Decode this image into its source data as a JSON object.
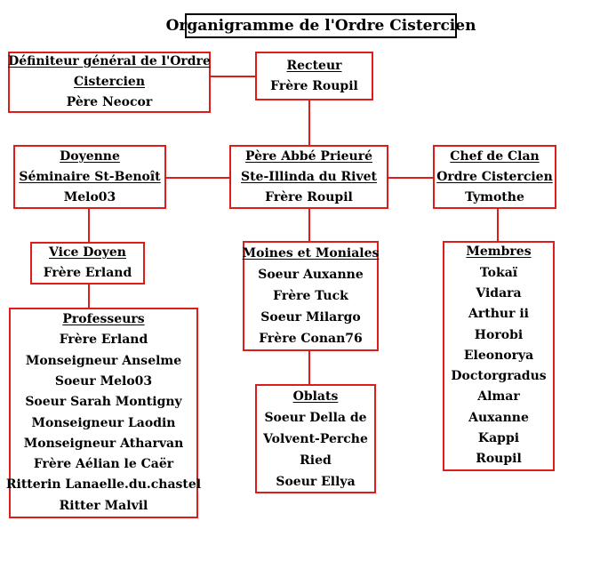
{
  "title": "Organigramme de l'Ordre Cistercien",
  "colors": {
    "box_border": "#dd1c1c",
    "title_border": "#000000",
    "connector": "#dd1c1c",
    "text": "#000000",
    "background": "#ffffff"
  },
  "boxes": {
    "definiteur": {
      "name": "Définiteur général de l'Ordre Cistercien",
      "lines": [
        {
          "text": "Définiteur général de l'Ordre",
          "underline": true
        },
        {
          "text": "Cistercien",
          "underline": true
        },
        {
          "text": "Père Neocor",
          "underline": false
        }
      ]
    },
    "recteur": {
      "name": "Recteur",
      "lines": [
        {
          "text": "Recteur",
          "underline": true
        },
        {
          "text": "Frère Roupil",
          "underline": false
        }
      ]
    },
    "doyenne": {
      "name": "Doyenne Séminaire St-Benoît",
      "lines": [
        {
          "text": "Doyenne",
          "underline": true
        },
        {
          "text": "Séminaire St-Benoît",
          "underline": true
        },
        {
          "text": "Melo03",
          "underline": false
        }
      ]
    },
    "pere_abbe": {
      "name": "Père Abbé Prieuré Ste-Illinda du Rivet",
      "lines": [
        {
          "text": "Père Abbé Prieuré",
          "underline": true
        },
        {
          "text": "Ste-Illinda du Rivet",
          "underline": true
        },
        {
          "text": "Frère Roupil",
          "underline": false
        }
      ]
    },
    "chef_clan": {
      "name": "Chef de Clan Ordre Cistercien",
      "lines": [
        {
          "text": "Chef de Clan",
          "underline": true
        },
        {
          "text": "Ordre Cistercien",
          "underline": true
        },
        {
          "text": "Tymothe",
          "underline": false
        }
      ]
    },
    "vice_doyen": {
      "name": "Vice Doyen",
      "lines": [
        {
          "text": "Vice Doyen",
          "underline": true
        },
        {
          "text": "Frère Erland",
          "underline": false
        }
      ]
    },
    "moines": {
      "name": "Moines et Moniales",
      "lines": [
        {
          "text": "Moines et Moniales",
          "underline": true
        },
        {
          "text": "Soeur Auxanne",
          "underline": false
        },
        {
          "text": "Frère Tuck",
          "underline": false
        },
        {
          "text": "Soeur Milargo",
          "underline": false
        },
        {
          "text": "Frère Conan76",
          "underline": false
        }
      ]
    },
    "membres": {
      "name": "Membres",
      "lines": [
        {
          "text": "Membres",
          "underline": true
        },
        {
          "text": "Tokaï",
          "underline": false
        },
        {
          "text": "Vidara",
          "underline": false
        },
        {
          "text": "Arthur ii",
          "underline": false
        },
        {
          "text": "Horobi",
          "underline": false
        },
        {
          "text": "Eleonorya",
          "underline": false
        },
        {
          "text": "Doctorgradus",
          "underline": false
        },
        {
          "text": "Almar",
          "underline": false
        },
        {
          "text": "Auxanne",
          "underline": false
        },
        {
          "text": "Kappi",
          "underline": false
        },
        {
          "text": "Roupil",
          "underline": false
        }
      ]
    },
    "professeurs": {
      "name": "Professeurs",
      "lines": [
        {
          "text": "Professeurs",
          "underline": true
        },
        {
          "text": "Frère Erland",
          "underline": false
        },
        {
          "text": "Monseigneur Anselme",
          "underline": false
        },
        {
          "text": "Soeur Melo03",
          "underline": false
        },
        {
          "text": "Soeur Sarah Montigny",
          "underline": false
        },
        {
          "text": "Monseigneur Laodin",
          "underline": false
        },
        {
          "text": "Monseigneur Atharvan",
          "underline": false
        },
        {
          "text": "Frère Aélian le Caër",
          "underline": false
        },
        {
          "text": "Ritterin Lanaelle.du.chastel",
          "underline": false
        },
        {
          "text": "Ritter Malvil",
          "underline": false
        }
      ]
    },
    "oblats": {
      "name": "Oblats",
      "lines": [
        {
          "text": "Oblats",
          "underline": true
        },
        {
          "text": "Soeur Della de",
          "underline": false
        },
        {
          "text": "Volvent-Perche",
          "underline": false
        },
        {
          "text": "Ried",
          "underline": false
        },
        {
          "text": "Soeur Ellya",
          "underline": false
        }
      ]
    }
  }
}
